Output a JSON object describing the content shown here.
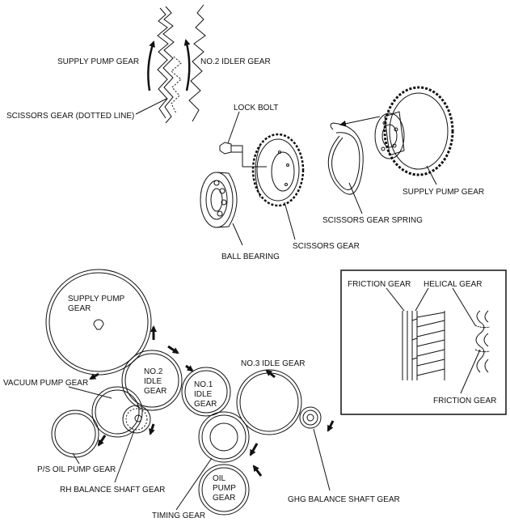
{
  "colors": {
    "line": "#111111",
    "background": "#ffffff"
  },
  "top_section": {
    "labels": {
      "supply_pump_gear_top": "SUPPLY PUMP GEAR",
      "no2_idler_gear": "NO.2 IDLER GEAR",
      "scissors_gear_dotted": "SCISSORS GEAR (DOTTED LINE)",
      "lock_bolt": "LOCK BOLT",
      "supply_pump_gear_right": "SUPPLY PUMP GEAR",
      "scissors_gear_spring": "SCISSORS GEAR SPRING",
      "scissors_gear": "SCISSORS GEAR",
      "ball_bearing": "BALL BEARING"
    }
  },
  "gear_train": {
    "supply_pump_gear": [
      "SUPPLY PUMP",
      "GEAR"
    ],
    "no2_idle_gear": [
      "NO.2",
      "IDLE",
      "GEAR"
    ],
    "no1_idle_gear": [
      "NO.1",
      "IDLE",
      "GEAR"
    ],
    "no3_idle_gear": "NO.3 IDLE GEAR",
    "vacuum_pump_gear": "VACUUM PUMP GEAR",
    "oil_pump_gear": [
      "OIL",
      "PUMP",
      "GEAR"
    ],
    "ps_oil_pump_gear": "P/S OIL PUMP GEAR",
    "rh_balance_shaft_gear": "RH BALANCE SHAFT GEAR",
    "timing_gear": "TIMING GEAR",
    "ghg_balance_shaft_gear": "GHG BALANCE SHAFT GEAR"
  },
  "inset": {
    "friction_gear_top": "FRICTION GEAR",
    "helical_gear": "HELICAL GEAR",
    "friction_gear_bottom": "FRICTION GEAR"
  }
}
